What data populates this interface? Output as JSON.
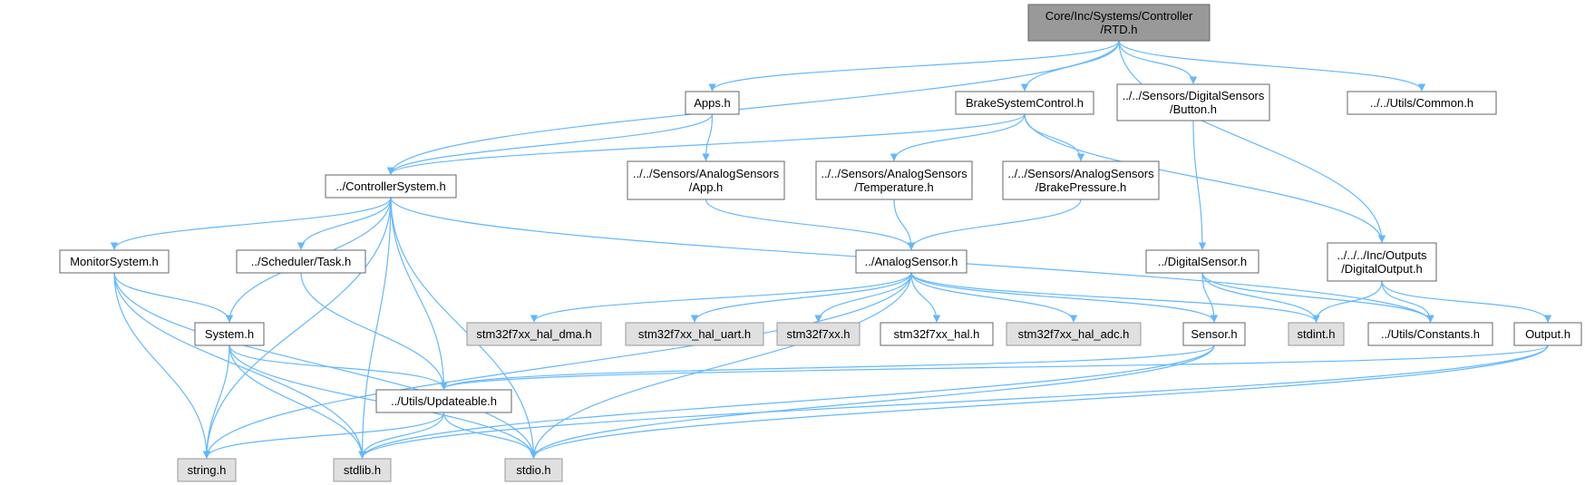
{
  "colors": {
    "edge": "#63b8ff",
    "node_border": "#666666",
    "node_fill": "#ffffff",
    "root_fill": "#999999",
    "system_fill": "#e0e0e0",
    "system_border": "#999999"
  },
  "nodes": [
    {
      "id": "rtd",
      "lines": [
        "Core/Inc/Systems/Controller",
        "/RTD.h"
      ],
      "kind": "root"
    },
    {
      "id": "apps",
      "lines": [
        "Apps.h"
      ],
      "kind": "file"
    },
    {
      "id": "brake_ctrl",
      "lines": [
        "BrakeSystemControl.h"
      ],
      "kind": "file"
    },
    {
      "id": "button",
      "lines": [
        "../../Sensors/DigitalSensors",
        "/Button.h"
      ],
      "kind": "file"
    },
    {
      "id": "common",
      "lines": [
        "../../Utils/Common.h"
      ],
      "kind": "file"
    },
    {
      "id": "controller_sys",
      "lines": [
        "../ControllerSystem.h"
      ],
      "kind": "file"
    },
    {
      "id": "app",
      "lines": [
        "../../Sensors/AnalogSensors",
        "/App.h"
      ],
      "kind": "file"
    },
    {
      "id": "temperature",
      "lines": [
        "../../Sensors/AnalogSensors",
        "/Temperature.h"
      ],
      "kind": "file"
    },
    {
      "id": "brake_pressure",
      "lines": [
        "../../Sensors/AnalogSensors",
        "/BrakePressure.h"
      ],
      "kind": "file"
    },
    {
      "id": "digital_output",
      "lines": [
        "../../../Inc/Outputs",
        "/DigitalOutput.h"
      ],
      "kind": "file"
    },
    {
      "id": "monitor_sys",
      "lines": [
        "MonitorSystem.h"
      ],
      "kind": "file"
    },
    {
      "id": "task",
      "lines": [
        "../Scheduler/Task.h"
      ],
      "kind": "file"
    },
    {
      "id": "analog_sensor",
      "lines": [
        "../AnalogSensor.h"
      ],
      "kind": "file"
    },
    {
      "id": "digital_sensor",
      "lines": [
        "../DigitalSensor.h"
      ],
      "kind": "file"
    },
    {
      "id": "system",
      "lines": [
        "System.h"
      ],
      "kind": "file"
    },
    {
      "id": "hal_dma",
      "lines": [
        "stm32f7xx_hal_dma.h"
      ],
      "kind": "system"
    },
    {
      "id": "hal_uart",
      "lines": [
        "stm32f7xx_hal_uart.h"
      ],
      "kind": "system"
    },
    {
      "id": "stm32f7xx",
      "lines": [
        "stm32f7xx.h"
      ],
      "kind": "system"
    },
    {
      "id": "stm32f7xx_hal",
      "lines": [
        "stm32f7xx_hal.h"
      ],
      "kind": "file"
    },
    {
      "id": "hal_adc",
      "lines": [
        "stm32f7xx_hal_adc.h"
      ],
      "kind": "system"
    },
    {
      "id": "sensor",
      "lines": [
        "Sensor.h"
      ],
      "kind": "file"
    },
    {
      "id": "stdint",
      "lines": [
        "stdint.h"
      ],
      "kind": "system"
    },
    {
      "id": "constants",
      "lines": [
        "../Utils/Constants.h"
      ],
      "kind": "file"
    },
    {
      "id": "output",
      "lines": [
        "Output.h"
      ],
      "kind": "file"
    },
    {
      "id": "updateable",
      "lines": [
        "../Utils/Updateable.h"
      ],
      "kind": "file"
    },
    {
      "id": "string",
      "lines": [
        "string.h"
      ],
      "kind": "system"
    },
    {
      "id": "stdlib",
      "lines": [
        "stdlib.h"
      ],
      "kind": "system"
    },
    {
      "id": "stdio",
      "lines": [
        "stdio.h"
      ],
      "kind": "system"
    }
  ],
  "edges": [
    [
      "rtd",
      "apps"
    ],
    [
      "rtd",
      "brake_ctrl"
    ],
    [
      "rtd",
      "button"
    ],
    [
      "rtd",
      "common"
    ],
    [
      "rtd",
      "controller_sys"
    ],
    [
      "rtd",
      "digital_output"
    ],
    [
      "apps",
      "controller_sys"
    ],
    [
      "apps",
      "app"
    ],
    [
      "brake_ctrl",
      "controller_sys"
    ],
    [
      "brake_ctrl",
      "temperature"
    ],
    [
      "brake_ctrl",
      "brake_pressure"
    ],
    [
      "brake_ctrl",
      "digital_output"
    ],
    [
      "button",
      "digital_sensor"
    ],
    [
      "controller_sys",
      "monitor_sys"
    ],
    [
      "controller_sys",
      "task"
    ],
    [
      "controller_sys",
      "system"
    ],
    [
      "controller_sys",
      "updateable"
    ],
    [
      "controller_sys",
      "string"
    ],
    [
      "controller_sys",
      "stdlib"
    ],
    [
      "controller_sys",
      "stdio"
    ],
    [
      "controller_sys",
      "constants"
    ],
    [
      "app",
      "analog_sensor"
    ],
    [
      "temperature",
      "analog_sensor"
    ],
    [
      "brake_pressure",
      "analog_sensor"
    ],
    [
      "digital_output",
      "stdint"
    ],
    [
      "digital_output",
      "constants"
    ],
    [
      "digital_output",
      "output"
    ],
    [
      "monitor_sys",
      "system"
    ],
    [
      "monitor_sys",
      "string"
    ],
    [
      "monitor_sys",
      "stdlib"
    ],
    [
      "monitor_sys",
      "stdio"
    ],
    [
      "task",
      "updateable"
    ],
    [
      "analog_sensor",
      "hal_dma"
    ],
    [
      "analog_sensor",
      "hal_uart"
    ],
    [
      "analog_sensor",
      "stm32f7xx"
    ],
    [
      "analog_sensor",
      "stm32f7xx_hal"
    ],
    [
      "analog_sensor",
      "hal_adc"
    ],
    [
      "analog_sensor",
      "sensor"
    ],
    [
      "analog_sensor",
      "stdint"
    ],
    [
      "analog_sensor",
      "string"
    ],
    [
      "analog_sensor",
      "stdio"
    ],
    [
      "digital_sensor",
      "sensor"
    ],
    [
      "digital_sensor",
      "stdint"
    ],
    [
      "digital_sensor",
      "constants"
    ],
    [
      "system",
      "updateable"
    ],
    [
      "system",
      "string"
    ],
    [
      "system",
      "stdlib"
    ],
    [
      "system",
      "stdio"
    ],
    [
      "sensor",
      "updateable"
    ],
    [
      "sensor",
      "stdlib"
    ],
    [
      "sensor",
      "stdio"
    ],
    [
      "output",
      "updateable"
    ],
    [
      "output",
      "stdlib"
    ],
    [
      "output",
      "stdio"
    ],
    [
      "updateable",
      "string"
    ],
    [
      "updateable",
      "stdlib"
    ],
    [
      "updateable",
      "stdio"
    ]
  ]
}
